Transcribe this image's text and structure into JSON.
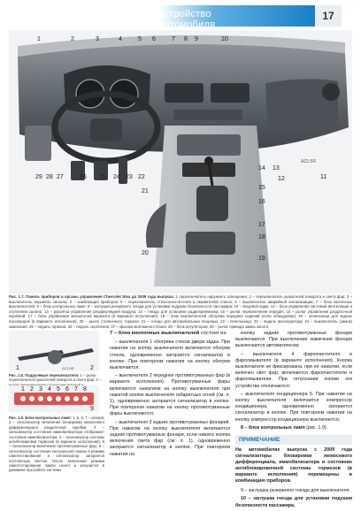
{
  "header": {
    "title": "устройство автомобиля",
    "page_number": "17"
  },
  "figure1": {
    "top_callouts": [
      "1",
      "2",
      "3",
      "4",
      "5",
      "6",
      "7",
      "8",
      "9",
      "10"
    ],
    "bottom_callouts": [
      "29",
      "28",
      "27",
      "26",
      "25",
      "24",
      "23",
      "22"
    ],
    "right_callouts": [
      "11",
      "12",
      "13",
      "14",
      "15",
      "16",
      "17",
      "18",
      "19",
      "20",
      "21"
    ],
    "watermark": "AZ1:5R"
  },
  "caption_fig1": {
    "label": "Рис. 1.7. Панель приборов и органы управления Chevrolet Niva до 2009 года выпуска:",
    "text": "1 переключатель наружного освещения; 2 – переключатель указателей поворота и света фар; 3 – выключатель звукового сигнала; 4 – комбинация приборов; 5 – переключатель стеклоочистителей и омывателей стекол; 6 – выключатель аварийной сигнализации; 7 – блок кнопочных выключателей; 8 – блок контрольных ламп; 9 – заглушка резервного гнезда для установки подушки безопасности пассажира; 10 – вещевой ящик; 12 – блок управления системой вентиляции и отопления салона; 13 – рукоятка управления рециркуляцией воздуха; 14 – гнездо для установки радиоприемника; 15 – рычаг переключения передач; 16 – рычаг управления раздаточной коробкой; 17 – блок управления магнитолой варианта (в варианте исполнения); 18 – блок выключателей обогрева передних сидений (если оборудован); 19 – пепельница для задних пассажиров (в варианте исполнения); 20 – рычаг стояночного тормоза; 21 – гнездо для автомобильных вещевых; 22 – пепельница; 23 – педаль акселератора; 24 – выключатель (замок) зажигания; 25 – педаль тормоза; 26 – педаль сцепления; 27 – крышка монтажного блока; 28 – блок регуляторов; 29 – рычаг привода замка капота"
  },
  "figure2": {
    "callouts": [
      "1",
      "2"
    ],
    "watermark": "AZ1:5R"
  },
  "caption_fig2": {
    "label": "Рис. 1.8. Подрулевые переключатели:",
    "text": "1 – рычаг переключателя указателей поворота и света фар; 2 – рычаг переключателя стеклоочистителей и омывателей стекол"
  },
  "figure3": {
    "callouts": [
      "1",
      "2",
      "3",
      "4",
      "5",
      "6",
      "7",
      "8",
      "9"
    ]
  },
  "caption_fig3": {
    "label": "Рис. 1.9. Блок контрольных ламп:",
    "text": "1, 5, 6, 7 – резерв; 2 – сигнализатор включения блокировки межосевого дифференциала раздаточной коробки; 3 – сигнализатор состояния иммобилизатора отображает состояние иммобилизатора; 4 – сигнализатор системы антиблокировки тормозов (в варианте исполнения); 8 – сигнализатор включения противотуманных фар; 9 – сигнализатор состояния контрольной лампы в режиме самотестирования и сигнализатор загорается постоянным светом. После включения режима самотестирования лампа гаснет и загорается в динамике при работе системы"
  },
  "column2": {
    "heading": "7 – блок кнопочных выключателей",
    "heading_tail": "состоит из:",
    "paragraphs": [
      "– выключателя 1 обогрева стекла двери задка. При нажатии на кнопку выключателя включается обогрев стекла, одновременно загорается сигнализатор в кнопке. При повторном нажатии на кнопку обогрев выключается;",
      "– выключателя 2 передних противотуманных фар (в варианте исполнения). Противотуманные фары включаются нажатием на кнопку выключателя при нажатой кнопке выключателя габаритных огней (см. п. 1), одновременно загорается сигнализатор в кнопке. При повторном нажатии на кнопку противотуманные фары выключаются;",
      "– выключателя 3 задних противотуманных фонарей. При нажатии на кнопку выключателя включаются задние противотуманные фонари, если нажата кнопка включения света фар (см. п. 1), одновременно загорается сигнализатор в кнопке. При повторном нажатии на"
    ]
  },
  "column3": {
    "paragraphs": [
      "кнопку задние противотуманные фонари выключаются. При выключении зажигания фонари выключаются автоматически;",
      "– выключателя 4 фароочистителя и фароомывателя (в варианте исполнения). Кнопка выключателя не фиксирована, при ее нажатии, если включен свет фар, включаются фароочистители и фароомыватели. При отпускании кнопки эти устройства отключаются;",
      "– выключателя кондиционера 5. При нажатии на кнопку выключателя включается компрессор кондиционера, одновременно загорается сигнализатор в кнопке. При повторном нажатии на кнопку компрессор кондиционера выключается;"
    ],
    "item8_bold": "8 – блок контрольных ламп",
    "item8_tail": "(рис. 1.9).",
    "note_heading": "ПРИМЕЧАНИЕ",
    "note_text": "На автомобилях выпуска с 2009 года сигнализаторы блокировки межосевого дифференциала, иммобилизатора и состояние антиблокировочной системы тормозов (в варианте исполнения) перемещены в комбинацию приборов.",
    "item9": "9 – заглушка резервного гнезда для выключателя.",
    "item10_bold": "10 – заглушка гнезда для установки подушки безопасности пассажира."
  }
}
